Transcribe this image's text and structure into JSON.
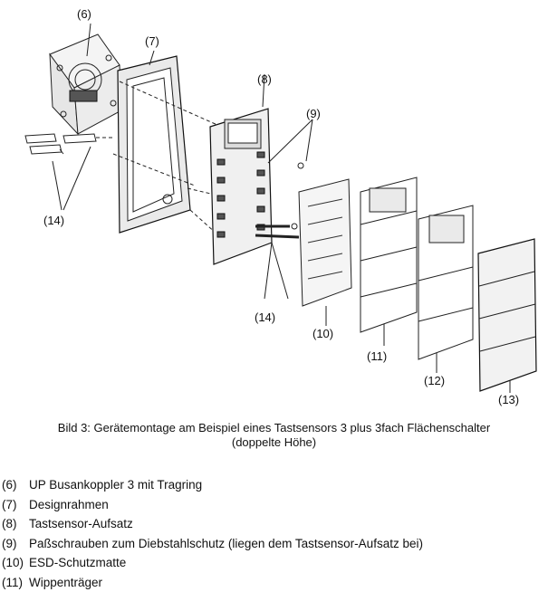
{
  "figure": {
    "callouts": {
      "c6": "(6)",
      "c7": "(7)",
      "c8": "(8)",
      "c9": "(9)",
      "c14a": "(14)",
      "c14b": "(14)",
      "c10": "(10)",
      "c11": "(11)",
      "c12": "(12)",
      "c13": "(13)"
    }
  },
  "caption": {
    "line1": "Bild 3: Gerätemontage am Beispiel eines Tastsensors 3 plus 3fach Flächenschalter",
    "line2": "(doppelte Höhe)"
  },
  "legend": [
    {
      "num": "(6)",
      "text": "UP Busankoppler 3 mit Tragring"
    },
    {
      "num": "(7)",
      "text": "Designrahmen"
    },
    {
      "num": "(8)",
      "text": "Tastsensor-Aufsatz"
    },
    {
      "num": "(9)",
      "text": "Paßschrauben zum Diebstahlschutz (liegen dem Tastsensor-Aufsatz bei)"
    },
    {
      "num": "(10)",
      "text": "ESD-Schutzmatte"
    },
    {
      "num": "(11)",
      "text": "Wippenträger"
    }
  ]
}
